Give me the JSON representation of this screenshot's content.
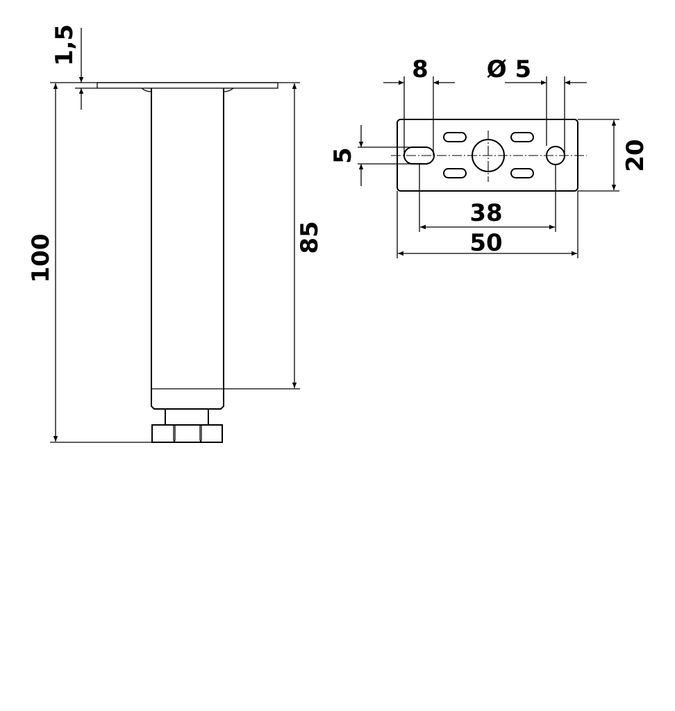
{
  "drawing": {
    "side_view": {
      "dim_height_total": "100",
      "dim_height_tube": "85",
      "dim_plate_thickness": "1,5"
    },
    "plate_view": {
      "dim_slot_length": "8",
      "dim_hole_diameter": "Ø 5",
      "dim_slot_width": "5",
      "dim_plate_height": "20",
      "dim_hole_spacing": "38",
      "dim_plate_width": "50"
    },
    "colors": {
      "line": "#000000",
      "background": "#ffffff"
    }
  }
}
